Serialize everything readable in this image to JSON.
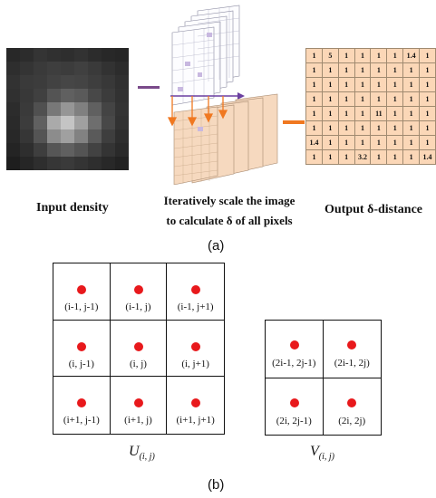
{
  "panel_a": {
    "label_input": "Input density",
    "label_middle_line1": "Iteratively scale the image",
    "label_middle_line2": "to calculate δ of all pixels",
    "label_output": "Output δ-distance",
    "caption": "(a)",
    "output_table": [
      [
        "1",
        "5",
        "1",
        "1",
        "1",
        "1",
        "1.4",
        "1"
      ],
      [
        "1",
        "1",
        "1",
        "1",
        "1",
        "1",
        "1",
        "1"
      ],
      [
        "1",
        "1",
        "1",
        "1",
        "1",
        "1",
        "1",
        "1"
      ],
      [
        "1",
        "1",
        "1",
        "1",
        "1",
        "1",
        "1",
        "1"
      ],
      [
        "1",
        "1",
        "1",
        "1",
        "11",
        "1",
        "1",
        "1"
      ],
      [
        "1",
        "1",
        "1",
        "1",
        "1",
        "1",
        "1",
        "1"
      ],
      [
        "1.4",
        "1",
        "1",
        "1",
        "1",
        "1",
        "1",
        "1"
      ],
      [
        "1",
        "1",
        "1",
        "3.2",
        "1",
        "1",
        "1",
        "1.4"
      ]
    ],
    "colors": {
      "output_fill": "#fbd7b7",
      "arrow_purple": "#7a4a8a",
      "arrow_orange": "#f07820",
      "layer_fill": "#f6d9bf"
    }
  },
  "panel_b": {
    "U_cells": [
      [
        "(i-1, j-1)",
        "(i-1, j)",
        "(i-1, j+1)"
      ],
      [
        "(i, j-1)",
        "(i, j)",
        "(i, j+1)"
      ],
      [
        "(i+1, j-1)",
        "(i+1, j)",
        "(i+1, j+1)"
      ]
    ],
    "V_cells": [
      [
        "(2i-1, 2j-1)",
        "(2i-1, 2j)"
      ],
      [
        "(2i, 2j-1)",
        "(2i, 2j)"
      ]
    ],
    "U_label": "U(i, j)",
    "V_label": "V(i, j)",
    "caption": "(b)",
    "colors": {
      "dot": "#e8191c"
    }
  }
}
